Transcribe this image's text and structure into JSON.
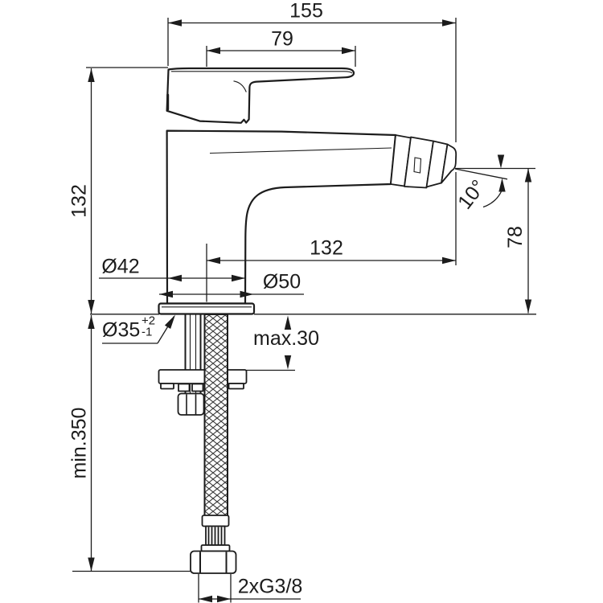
{
  "labels": {
    "total_width": "155",
    "handle_length": "79",
    "height_above_deck": "132",
    "spout_reach": "132",
    "spout_height": "78",
    "spout_angle": "10°",
    "body_diameter": "Ø42",
    "base_diameter": "Ø50",
    "hole_diameter": "Ø35",
    "hole_tolerance_plus": "+2",
    "hole_tolerance_minus": "-1",
    "max_deck_thickness": "max.30",
    "min_hose_length": "min.350",
    "supply_connection": "2xG3/8"
  },
  "colors": {
    "line": "#1c1c1c",
    "background": "#ffffff"
  }
}
